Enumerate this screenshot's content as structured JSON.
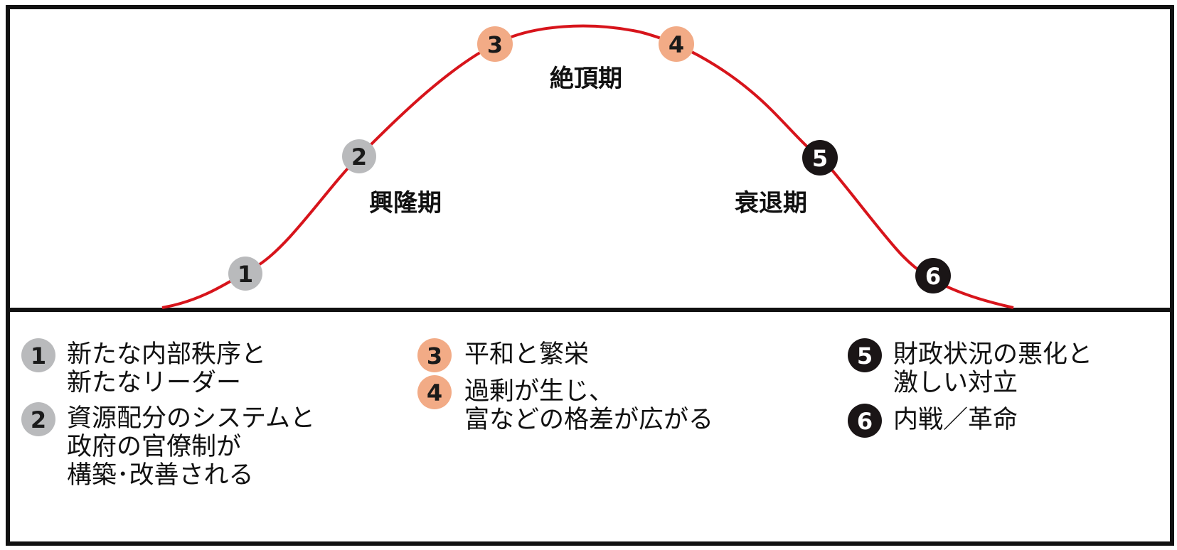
{
  "phases": {
    "rise": "興隆期",
    "peak": "絶頂期",
    "decline": "衰退期"
  },
  "markers": [
    {
      "num": "1",
      "group": "rise"
    },
    {
      "num": "2",
      "group": "rise"
    },
    {
      "num": "3",
      "group": "peak"
    },
    {
      "num": "4",
      "group": "peak"
    },
    {
      "num": "5",
      "group": "decline"
    },
    {
      "num": "6",
      "group": "decline"
    }
  ],
  "legend": [
    {
      "num": "1",
      "group": "rise",
      "lines": [
        "新たな内部秩序と",
        "新たなリーダー"
      ]
    },
    {
      "num": "2",
      "group": "rise",
      "lines": [
        "資源配分のシステムと",
        "政府の官僚制が",
        "構築･改善される"
      ]
    },
    {
      "num": "3",
      "group": "peak",
      "lines": [
        "平和と繁栄"
      ]
    },
    {
      "num": "4",
      "group": "peak",
      "lines": [
        "過剰が生じ、",
        "富などの格差が広がる"
      ]
    },
    {
      "num": "5",
      "group": "decline",
      "lines": [
        "財政状況の悪化と",
        "激しい対立"
      ]
    },
    {
      "num": "6",
      "group": "decline",
      "lines": [
        "内戦／革命"
      ]
    }
  ],
  "colors": {
    "curve": "#d7141b",
    "rise": "#b9babc",
    "peak": "#f2ab86",
    "decline": "#1a1516",
    "rise_text": "#1a1a1a",
    "peak_text": "#1a1a1a",
    "decline_text": "#ffffff",
    "border": "#111111"
  }
}
